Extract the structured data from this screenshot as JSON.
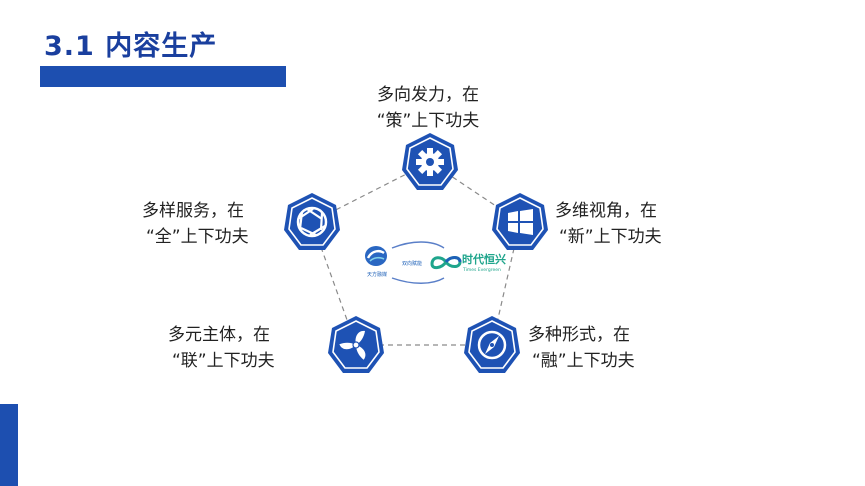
{
  "slide": {
    "title": "3.1 内容生产"
  },
  "colors": {
    "accent": "#1d4fb0",
    "title": "#1a3f9e",
    "icon_fill": "#1e52b4",
    "connector": "#8a8a8a",
    "logo_green": "#1fa58c"
  },
  "nodes": [
    {
      "id": "strategy",
      "icon": "gear-icon",
      "line1": "多向发力，在",
      "line2": "“策”上下功夫"
    },
    {
      "id": "new",
      "icon": "windows-icon",
      "line1": "多维视角，在",
      "line2": "“新”上下功夫"
    },
    {
      "id": "fusion",
      "icon": "compass-icon",
      "line1": "多种形式，在",
      "line2": "“融”上下功夫"
    },
    {
      "id": "linkage",
      "icon": "fan-icon",
      "line1": "多元主体，在",
      "line2": "“联”上下功夫"
    },
    {
      "id": "all",
      "icon": "aperture-icon",
      "line1": "多样服务，在",
      "line2": "“全”上下功夫"
    }
  ],
  "center": {
    "logo_left_caption": "天方融媒",
    "logo_middle_caption": "双向赋能",
    "logo_right_title": "时代恒兴",
    "logo_right_subtitle": "Times Evergreen"
  }
}
